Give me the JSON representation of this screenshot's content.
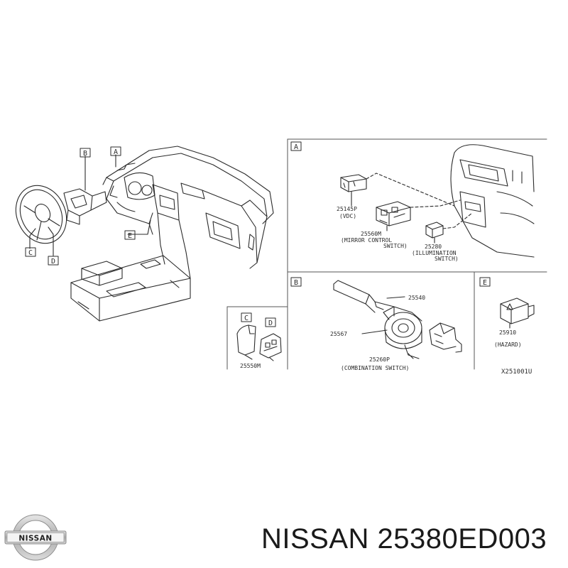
{
  "colors": {
    "line": "#2b2b2b",
    "frame": "#555555",
    "logo_chrome": "#a9a9a9",
    "logo_band": "#cfcfcf",
    "logo_text": "#222222"
  },
  "diagram": {
    "callouts": {
      "main_B": "B",
      "main_A": "A",
      "main_C": "C",
      "main_D": "D",
      "main_E": "E",
      "panel_A": "A",
      "panel_B": "B",
      "panel_E": "E",
      "inset_C": "C",
      "inset_D": "D"
    },
    "parts": {
      "vdc_num": "25145P",
      "vdc_name": "(VDC)",
      "mirror_num": "25560M",
      "mirror_name_1": "(MIRROR CONTROL",
      "mirror_name_2": "SWITCH)",
      "illum_num": "25280",
      "illum_name_1": "(ILLUMINATION",
      "illum_name_2": "SWITCH)",
      "turn_num": "25540",
      "spiral_num": "25567",
      "combo_num": "25260P",
      "combo_name": "(COMBINATION SWITCH)",
      "hazard_num": "25910",
      "hazard_name": "(HAZARD)",
      "steering_num": "25550M"
    },
    "ref_code": "X251001U"
  },
  "logo": {
    "text": "NISSAN"
  },
  "title": "NISSAN 25380ED003"
}
